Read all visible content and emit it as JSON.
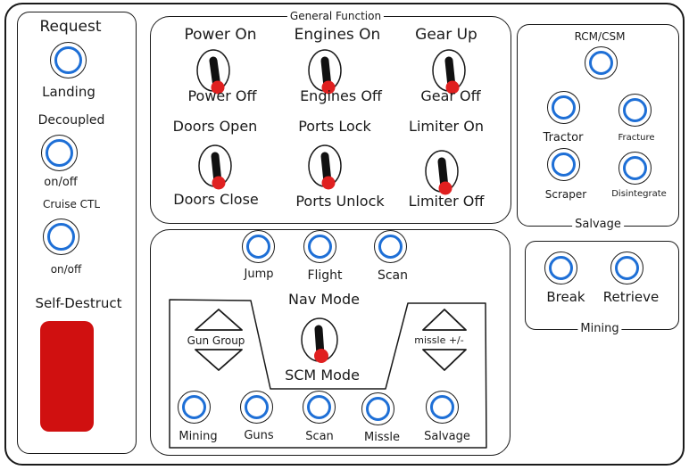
{
  "left": {
    "request_label": "Request",
    "landing_label": "Landing",
    "decoupled_label": "Decoupled",
    "decoupled_sub": "on/off",
    "cruise_label": "Cruise CTL",
    "cruise_sub": "on/off",
    "self_destruct_label": "Self-Destruct"
  },
  "general": {
    "title": "General Function",
    "power_on": "Power On",
    "power_off": "Power Off",
    "engines_on": "Engines On",
    "engines_off": "Engines Off",
    "gear_up": "Gear Up",
    "gear_off": "Gear Off",
    "doors_open": "Doors Open",
    "doors_close": "Doors Close",
    "ports_lock": "Ports Lock",
    "ports_unlock": "Ports Unlock",
    "limiter_on": "Limiter On",
    "limiter_off": "Limiter Off"
  },
  "nav": {
    "jump": "Jump",
    "flight": "Flight",
    "scan": "Scan",
    "nav_mode": "Nav Mode",
    "scm_mode": "SCM Mode",
    "gun_group": "Gun Group",
    "missle": "missle +/-",
    "mining": "Mining",
    "guns": "Guns",
    "scan2": "Scan",
    "missle2": "Missle",
    "salvage": "Salvage"
  },
  "salvage": {
    "title": "Salvage",
    "rcm": "RCM/CSM",
    "tractor": "Tractor",
    "fracture": "Fracture",
    "scraper": "Scraper",
    "disintegrate": "Disintegrate"
  },
  "mining": {
    "title": "Mining",
    "break": "Break",
    "retrieve": "Retrieve"
  },
  "colors": {
    "button_ring": "#1e6fd6",
    "toggle_tip": "#e02020",
    "self_destruct": "#d01010"
  }
}
